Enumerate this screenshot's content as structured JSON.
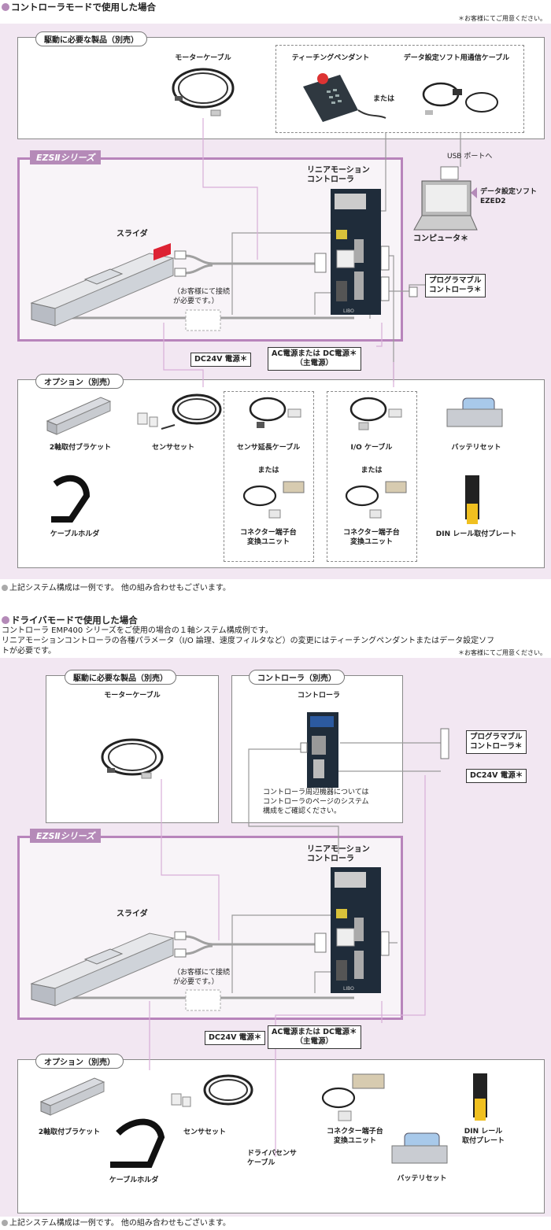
{
  "colors": {
    "bullet": "#b48ab8",
    "panel_bg": "#f2e7f2",
    "ezs_border": "#b884bb",
    "line": "#9a9a9a",
    "pink_line": "#d8aed8"
  },
  "section1": {
    "heading": "コントローラモードで使用した場合",
    "note": "＊お客様にてご用意ください。",
    "required_tab": "駆動に必要な製品（別売）",
    "motor_cable": "モーターケーブル",
    "teaching_pendant": "ティーチングペンダント",
    "or": "または",
    "data_cable": "データ設定ソフト用通信ケーブル",
    "usb": "USB ポートへ",
    "ezs_tab": "EZSⅡシリーズ",
    "controller": [
      "リニアモーション",
      "コントローラ"
    ],
    "software": [
      "データ設定ソフト",
      "EZED2"
    ],
    "computer": "コンピュータ＊",
    "slider": "スライダ",
    "connect_note": [
      "（お客様にて接続",
      "が必要です。）"
    ],
    "plc": [
      "プログラマブル",
      "コントローラ＊"
    ],
    "dc24": "DC24V 電源＊",
    "ac": [
      "AC電源または DC電源＊",
      "（主電源）"
    ],
    "option_tab": "オプション（別売）",
    "bracket": "2軸取付ブラケット",
    "sensor_set": "センサセット",
    "sensor_ext": "センサ延長ケーブル",
    "io_cable": "I/O ケーブル",
    "battery": "バッテリセット",
    "or2": "または",
    "or3": "または",
    "cable_holder": "ケーブルホルダ",
    "terminal1": [
      "コネクター端子台",
      "変換ユニット"
    ],
    "terminal2": [
      "コネクター端子台",
      "変換ユニット"
    ],
    "din": "DIN レール取付プレート",
    "footer": "上記システム構成は一例です。 他の組み合わせもございます。"
  },
  "section2": {
    "heading": "ドライバモードで使用した場合",
    "para1": "コントローラ EMP400 シリーズをご使用の場合の１軸システム構成例です。",
    "para2": "リニアモーションコントローラの各種パラメータ（I/O 論理、速度フィルタなど）の変更にはティーチングペンダントまたはデータ設定ソフ",
    "para3": "トが必要です。",
    "note": "＊お客様にてご用意ください。",
    "required_tab": "駆動に必要な製品（別売）",
    "motor_cable": "モーターケーブル",
    "controller_tab": "コントローラ（別売）",
    "controller_label": "コントローラ",
    "controller_note": [
      "コントローラ周辺機器については",
      "コントローラのページのシステム",
      "構成をご確認ください。"
    ],
    "plc": [
      "プログラマブル",
      "コントローラ＊"
    ],
    "dc24_right": "DC24V 電源＊",
    "ezs_tab": "EZSⅡシリーズ",
    "lmc": [
      "リニアモーション",
      "コントローラ"
    ],
    "slider": "スライダ",
    "connect_note": [
      "（お客様にて接続",
      "が必要です。）"
    ],
    "dc24": "DC24V 電源＊",
    "ac": [
      "AC電源または DC電源＊",
      "（主電源）"
    ],
    "option_tab": "オプション（別売）",
    "bracket": "2軸取付ブラケット",
    "sensor_set": "センサセット",
    "cable_holder": "ケーブルホルダ",
    "driver_sensor": [
      "ドライバセンサ",
      "ケーブル"
    ],
    "terminal": [
      "コネクター端子台",
      "変換ユニット"
    ],
    "battery": "バッテリセット",
    "din": [
      "DIN レール",
      "取付プレート"
    ],
    "footer": "上記システム構成は一例です。 他の組み合わせもございます。"
  }
}
